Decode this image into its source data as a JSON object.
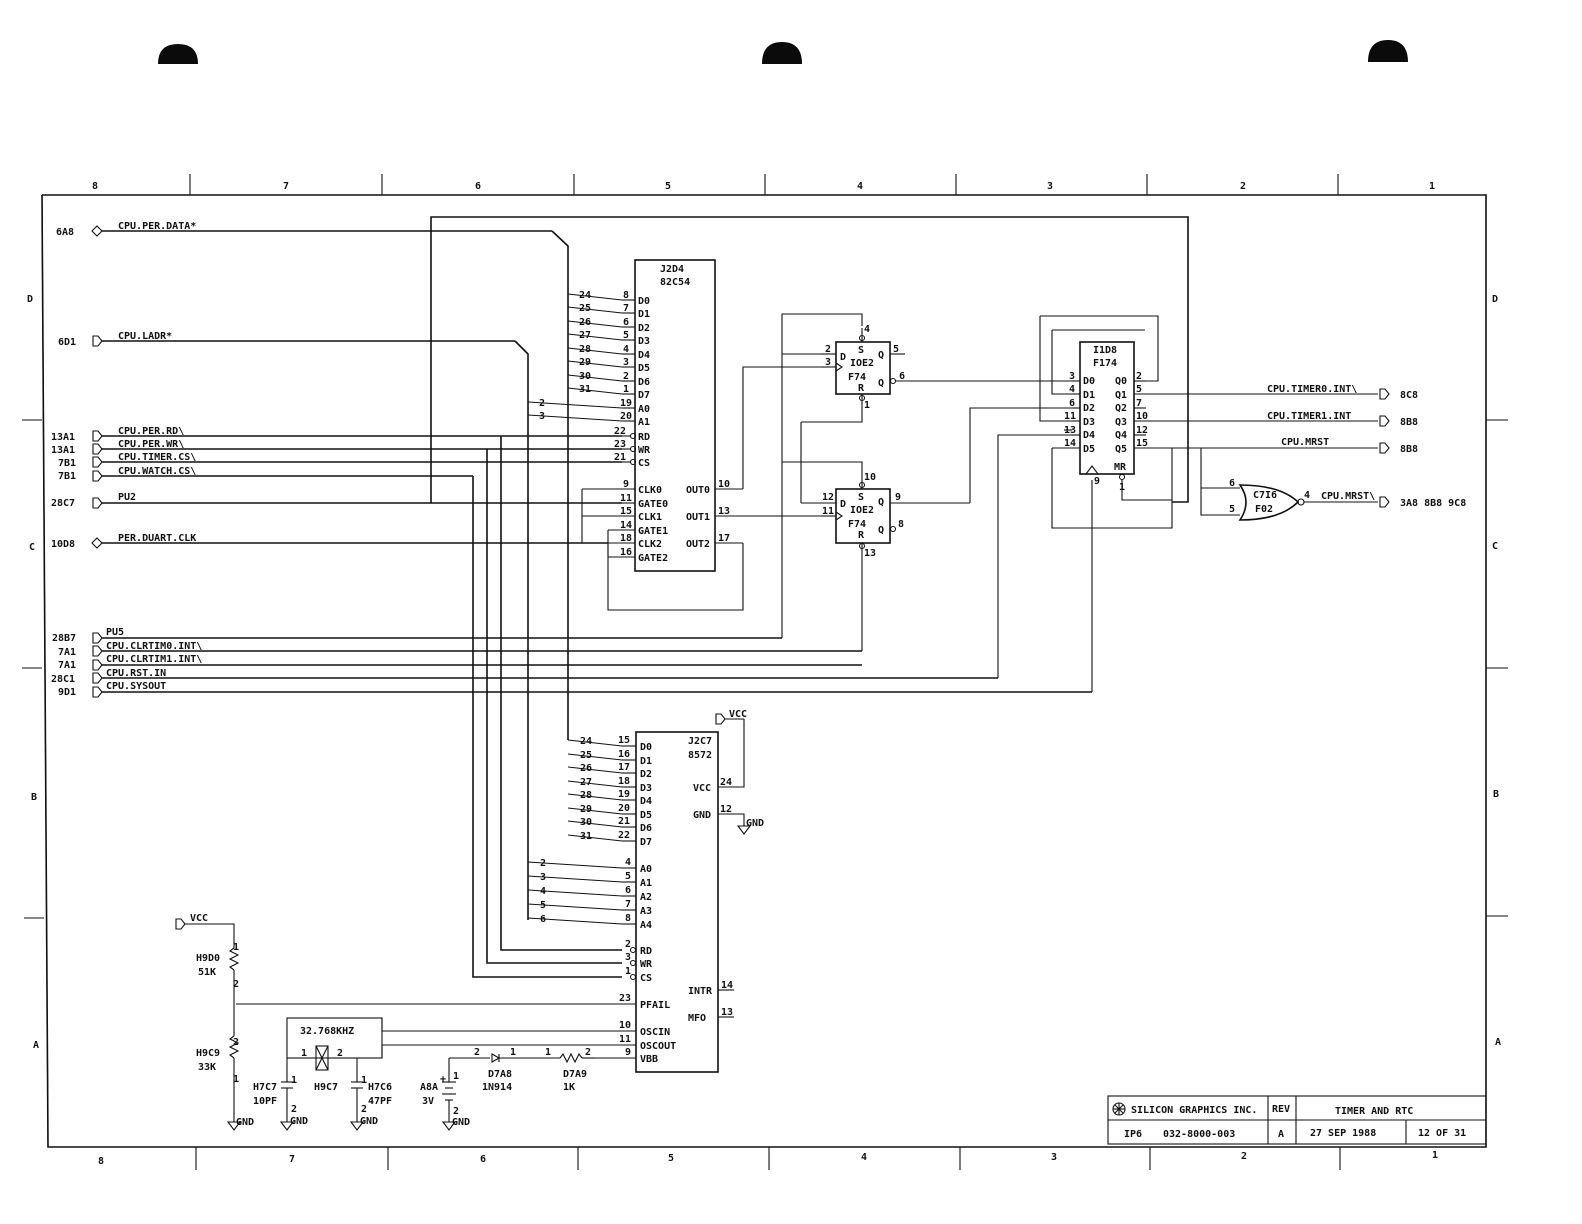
{
  "grid": {
    "top_cols": [
      "8",
      "7",
      "6",
      "5",
      "4",
      "3",
      "2",
      "1"
    ],
    "bottom_cols": [
      "8",
      "7",
      "6",
      "5",
      "4",
      "3",
      "2",
      "1"
    ],
    "left_rows": [
      "D",
      "C",
      "B",
      "A"
    ],
    "right_rows": [
      "D",
      "C",
      "B",
      "A"
    ]
  },
  "left_signals": [
    {
      "ref": "6A8",
      "name": "CPU.PER.DATA*"
    },
    {
      "ref": "6D1",
      "name": "CPU.LADR*"
    },
    {
      "ref": "13A1",
      "name": "CPU.PER.RD\\"
    },
    {
      "ref": "13A1",
      "name": "CPU.PER.WR\\"
    },
    {
      "ref": "7B1",
      "name": "CPU.TIMER.CS\\"
    },
    {
      "ref": "7B1",
      "name": "CPU.WATCH.CS\\"
    },
    {
      "ref": "28C7",
      "name": "PU2"
    },
    {
      "ref": "10D8",
      "name": "PER.DUART.CLK"
    },
    {
      "ref": "28B7",
      "name": "PU5"
    },
    {
      "ref": "7A1",
      "name": "CPU.CLRTIM0.INT\\"
    },
    {
      "ref": "7A1",
      "name": "CPU.CLRTIM1.INT\\"
    },
    {
      "ref": "28C1",
      "name": "CPU.RST.IN"
    },
    {
      "ref": "9D1",
      "name": "CPU.SYSOUT"
    }
  ],
  "right_signals": [
    {
      "name": "CPU.TIMER0.INT\\",
      "ref": "8C8"
    },
    {
      "name": "CPU.TIMER1.INT",
      "ref": "8B8"
    },
    {
      "name": "CPU.MRST",
      "ref": "8B8"
    },
    {
      "name": "CPU.MRST\\",
      "ref": "3A8  8B8  9C8"
    }
  ],
  "j2d4": {
    "ref": "J2D4",
    "part": "82C54",
    "data_pins": [
      "D0",
      "D1",
      "D2",
      "D3",
      "D4",
      "D5",
      "D6",
      "D7"
    ],
    "data_nums": [
      "8",
      "7",
      "6",
      "5",
      "4",
      "3",
      "2",
      "1"
    ],
    "bus_bits": [
      "24",
      "25",
      "26",
      "27",
      "28",
      "29",
      "30",
      "31"
    ],
    "addr_pins": [
      "A0",
      "A1"
    ],
    "addr_nums": [
      "19",
      "20"
    ],
    "addr_bits": [
      "2",
      "3"
    ],
    "ctl_pins": [
      "RD",
      "WR",
      "CS"
    ],
    "ctl_nums": [
      "22",
      "23",
      "21"
    ],
    "clk_pins": [
      "CLK0",
      "GATE0",
      "CLK1",
      "GATE1",
      "CLK2",
      "GATE2"
    ],
    "clk_nums": [
      "9",
      "11",
      "15",
      "14",
      "18",
      "16"
    ],
    "out_pins": [
      "OUT0",
      "OUT1",
      "OUT2"
    ],
    "out_nums": [
      "10",
      "13",
      "17"
    ]
  },
  "ioe2a": {
    "ref": "IOE2",
    "part": "F74",
    "s": "S",
    "d": "D",
    "r": "R",
    "q": "Q",
    "qn": "Q",
    "pin_s": "4",
    "pin_d": "2",
    "pin_clk": "3",
    "pin_q": "5",
    "pin_qn": "6",
    "pin_r": "1"
  },
  "ioe2b": {
    "ref": "IOE2",
    "part": "F74",
    "s": "S",
    "d": "D",
    "r": "R",
    "q": "Q",
    "qn": "Q",
    "pin_s": "10",
    "pin_d": "12",
    "pin_clk": "11",
    "pin_q": "9",
    "pin_qn": "8",
    "pin_r": "13"
  },
  "i1d8": {
    "ref": "I1D8",
    "part": "F174",
    "d_pins": [
      "D0",
      "D1",
      "D2",
      "D3",
      "D4",
      "D5"
    ],
    "d_nums": [
      "3",
      "4",
      "6",
      "11",
      "13",
      "14"
    ],
    "q_pins": [
      "Q0",
      "Q1",
      "Q2",
      "Q3",
      "Q4",
      "Q5"
    ],
    "q_nums": [
      "2",
      "5",
      "7",
      "10",
      "12",
      "15"
    ],
    "mr": "MR",
    "clk_num": "9",
    "mr_num": "1"
  },
  "c7i6": {
    "ref": "C7I6",
    "part": "F02",
    "in1": "6",
    "in2": "5",
    "out": "4"
  },
  "j2c7": {
    "ref": "J2C7",
    "part": "8572",
    "data_pins": [
      "D0",
      "D1",
      "D2",
      "D3",
      "D4",
      "D5",
      "D6",
      "D7"
    ],
    "data_nums": [
      "15",
      "16",
      "17",
      "18",
      "19",
      "20",
      "21",
      "22"
    ],
    "bus_bits": [
      "24",
      "25",
      "26",
      "27",
      "28",
      "29",
      "30",
      "31"
    ],
    "addr_pins": [
      "A0",
      "A1",
      "A2",
      "A3",
      "A4"
    ],
    "addr_nums": [
      "4",
      "5",
      "6",
      "7",
      "8"
    ],
    "addr_bits": [
      "2",
      "3",
      "4",
      "5",
      "6"
    ],
    "ctl_pins": [
      "RD",
      "WR",
      "CS"
    ],
    "ctl_nums": [
      "2",
      "3",
      "1"
    ],
    "pfail": "PFAIL",
    "pfail_num": "23",
    "oscin": "OSCIN",
    "oscin_num": "10",
    "oscout": "OSCOUT",
    "oscout_num": "11",
    "vbb": "VBB",
    "vbb_num": "9",
    "vcc": "VCC",
    "vcc_num": "24",
    "gnd": "GND",
    "gnd_num": "12",
    "intr": "INTR",
    "intr_num": "14",
    "mfo": "MFO",
    "mfo_num": "13"
  },
  "power": {
    "vcc": "VCC",
    "gnd": "GND"
  },
  "components": {
    "h9d0": {
      "ref": "H9D0",
      "val": "51K",
      "p1": "1",
      "p2": "2"
    },
    "h9c9": {
      "ref": "H9C9",
      "val": "33K",
      "p1": "2",
      "p2": "1"
    },
    "h7c7": {
      "ref": "H7C7",
      "val": "10PF",
      "p1": "1",
      "p2": "2"
    },
    "h9c7": {
      "ref": "H9C7",
      "p1": "1",
      "p2": "2"
    },
    "h7c6": {
      "ref": "H7C6",
      "val": "47PF",
      "p1": "1",
      "p2": "2"
    },
    "a8a": {
      "ref": "A8A",
      "val": "3V",
      "p1": "1",
      "p2": "2",
      "plus": "+"
    },
    "d7a8": {
      "ref": "D7A8",
      "val": "1N914",
      "p1": "2",
      "p2": "1"
    },
    "d7a9": {
      "ref": "D7A9",
      "val": "1K",
      "p1": "1",
      "p2": "2"
    },
    "xtal": {
      "val": "32.768KHZ"
    }
  },
  "title_block": {
    "company": "SILICON GRAPHICS INC.",
    "rev_label": "REV",
    "title": "TIMER AND RTC",
    "project": "IP6",
    "doc": "032-8000-003",
    "rev": "A",
    "date": "27 SEP 1988",
    "sheet": "12 OF 31"
  }
}
